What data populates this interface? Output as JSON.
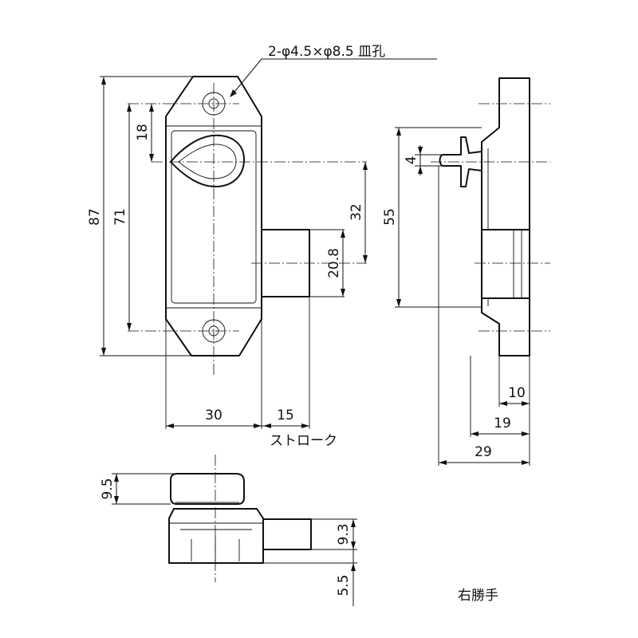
{
  "labels": {
    "hole_spec": "2-φ4.5×φ8.5 皿孔",
    "stroke": "ストローク",
    "hand": "右勝手"
  },
  "dimensions": {
    "overall_height": "87",
    "hole_pitch": "71",
    "top_to_slot": "18",
    "slot_to_bolt": "32",
    "bolt_height": "20.8",
    "body_width": "30",
    "stroke_length": "15",
    "side_pitch": "55",
    "knob_height": "4",
    "side_10": "10",
    "side_19": "19",
    "side_29": "29",
    "bottom_top": "9.5",
    "bottom_bolt": "9.3",
    "bottom_base": "5.5"
  }
}
